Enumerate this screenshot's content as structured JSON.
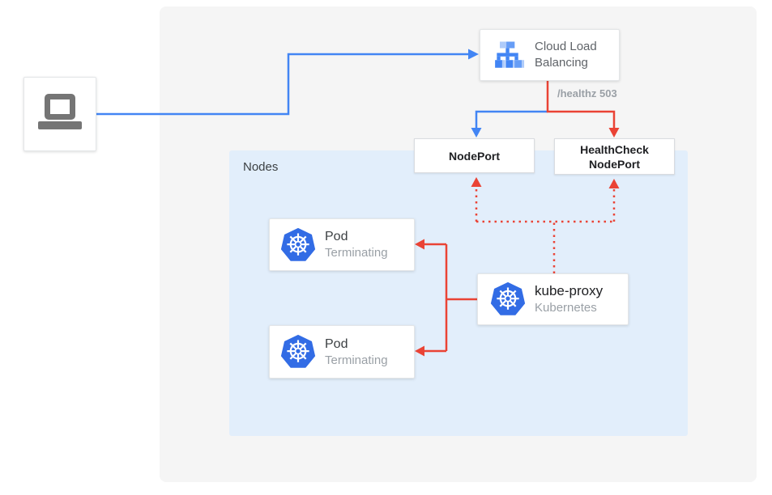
{
  "diagram": {
    "client": {
      "icon": "laptop"
    },
    "cloud_load_balancing": {
      "label": "Cloud Load Balancing",
      "icon": "load-balancer"
    },
    "health_check_label": "/healthz 503",
    "nodeport": {
      "label": "NodePort"
    },
    "healthcheck_nodeport": {
      "label": "HealthCheck NodePort"
    },
    "nodes_region": {
      "label": "Nodes"
    },
    "pods": [
      {
        "title": "Pod",
        "status": "Terminating",
        "icon": "kubernetes"
      },
      {
        "title": "Pod",
        "status": "Terminating",
        "icon": "kubernetes"
      }
    ],
    "kube_proxy": {
      "title": "kube-proxy",
      "subtitle": "Kubernetes",
      "icon": "kubernetes"
    },
    "colors": {
      "flow_blue": "#4285f4",
      "flow_red": "#ea4335",
      "kubernetes_blue": "#326ce5",
      "nodes_bg": "#e2eefb",
      "canvas_bg": "#f5f5f5",
      "light_blue_icon": "#aecbfa"
    }
  }
}
